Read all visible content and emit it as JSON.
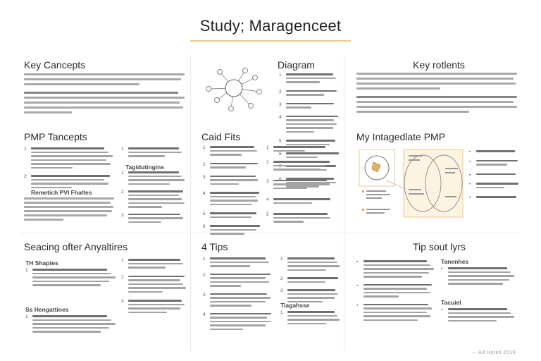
{
  "title": "Study; Maragenceet",
  "sections": {
    "key_concepts": "Key Cancepts",
    "diagram": "Diagram",
    "key_points": "Key rotlents",
    "pmp_concepts": "PMP Tancepts",
    "card_tips": "Caid Fits",
    "integrated": "My Intagedlate PMP",
    "seeing": "Seacing ofter Anyaltires",
    "tips": "4 Tips",
    "tip_sout": "Tip sout lyrs"
  },
  "subheads": {
    "pmp_a": "Tagidutingins",
    "pmp_b": "Remetich PVI Fhaltes",
    "seeing_a": "TH Shaptes",
    "seeing_b": "Ss Hengattines",
    "tips_a": "Tiagahsse",
    "tip_sout_a": "Tanenhes",
    "tip_sout_b": "Tacuiel"
  },
  "colors": {
    "accent": "#f0c98a",
    "accent_fill": "#fdf3e1",
    "accent_dark": "#e2a44a"
  },
  "footer": "— Ad Hotell 2019"
}
